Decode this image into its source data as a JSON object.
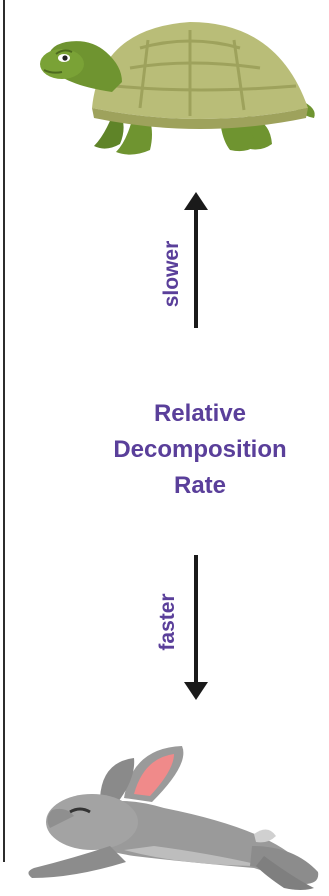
{
  "diagram": {
    "labels": {
      "top_arrow": "slower",
      "bottom_arrow": "faster",
      "center_line1": "Relative",
      "center_line2": "Decomposition",
      "center_line3": "Rate"
    },
    "icons": {
      "top": "turtle-icon",
      "bottom": "rabbit-icon"
    },
    "colors": {
      "label_text": "#5a3f9a",
      "arrow": "#1a1a1a",
      "turtle_shell": "#b9bd78",
      "turtle_skin": "#6f9430",
      "rabbit_body": "#9a9a9a",
      "rabbit_ear_inner": "#f08a8a"
    }
  }
}
